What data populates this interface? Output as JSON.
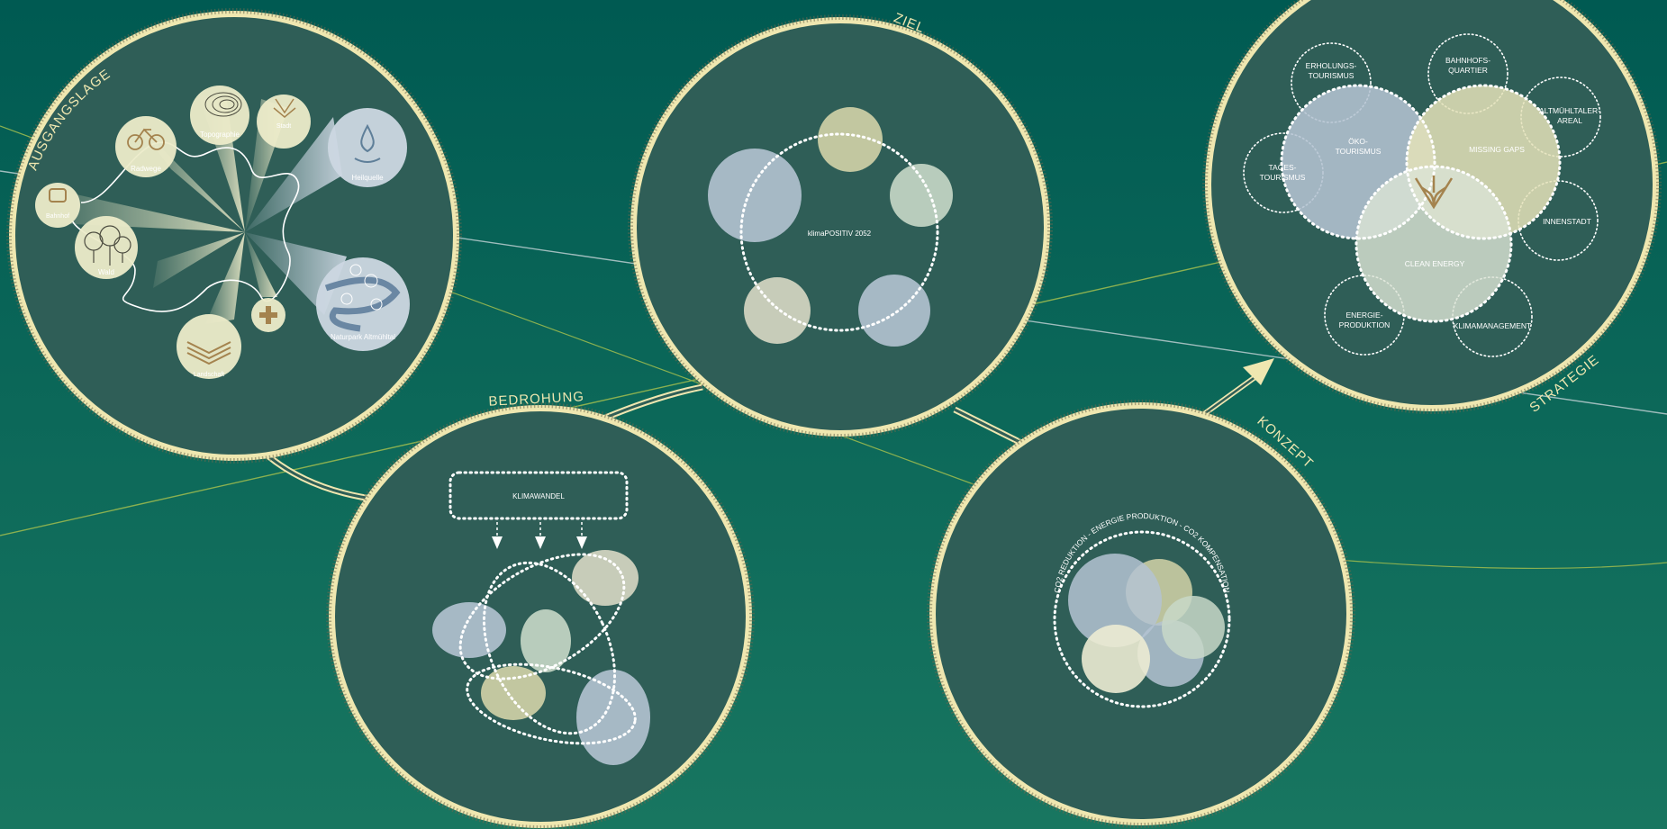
{
  "colors": {
    "bg_top": "#005a52",
    "bg_bottom": "#187660",
    "circle_fill": "#2f5e57",
    "rim": "#efe7b0",
    "cream": "#ecebc9",
    "gold": "#a4834e",
    "blue_grey": "#b4c3d2",
    "sage": "#c8d8c8",
    "olive": "#d3d3a8",
    "line_olive": "#8ab050",
    "line_pale": "#9fbdbd"
  },
  "sections": {
    "ausgangslage": {
      "title": "AUSGANGSLAGE"
    },
    "ziel": {
      "title": "ZIEL",
      "center_label": "klimaPOSITIV 2052"
    },
    "bedrohung": {
      "title": "BEDROHUNG",
      "box_label": "KLIMAWANDEL"
    },
    "konzept": {
      "title": "KONZEPT",
      "ring_label": "CO2 REDUKTION - ENERGIE PRODUKTION - CO2 KOMPENSATION"
    },
    "strategie": {
      "title": "STRATEGIE",
      "big_circles": [
        "ÖKO-\nTOURISMUS",
        "MISSING GAPS",
        "CLEAN ENERGY"
      ],
      "satellites": [
        "ERHOLUNGS-\nTOURISMUS",
        "BAHNHOFS-\nQUARTIER",
        "ALTMÜHLTALER-\nAREAL",
        "TAGES-\nTOURISMUS",
        "INNENSTADT",
        "ENERGIE-\nPRODUKTION",
        "KLIMAMANAGEMENT"
      ]
    }
  },
  "ausgangslage_items": [
    {
      "label": "Bahnhof",
      "icon": "train-icon"
    },
    {
      "label": "Radwege",
      "icon": "bicycle-icon"
    },
    {
      "label": "Topographie",
      "icon": "topography-icon"
    },
    {
      "label": "Stadt",
      "icon": "city-icon"
    },
    {
      "label": "Heilquelle",
      "icon": "water-drop-icon"
    },
    {
      "label": "Wald",
      "icon": "trees-icon"
    },
    {
      "label": "Landschaft",
      "icon": "landscape-icon"
    },
    {
      "label": "",
      "icon": "cross-icon"
    },
    {
      "label": "Naturpark Altmühltal",
      "icon": "river-icon"
    }
  ]
}
